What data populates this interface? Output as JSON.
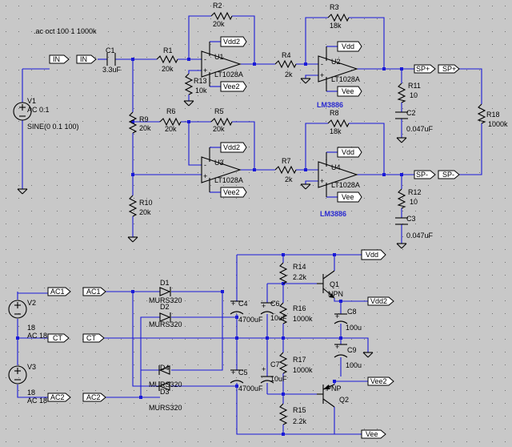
{
  "directive": ".ac oct 100 1 1000k",
  "flags": {
    "in1": "IN",
    "in2": "IN",
    "vdd2_u1": "Vdd2",
    "vee2_u1": "Vee2",
    "vdd2_u3": "Vdd2",
    "vee2_u3": "Vee2",
    "vdd_u2": "Vdd",
    "vee_u2": "Vee",
    "vdd_u4": "Vdd",
    "vee_u4": "Vee",
    "spp1": "SP+",
    "spp2": "SP+",
    "spm1": "SP-",
    "spm2": "SP-",
    "ac1_a": "AC1",
    "ac1_b": "AC1",
    "ct_a": "CT",
    "ct_b": "CT",
    "ac2_a": "AC2",
    "ac2_b": "AC2",
    "vdd_out": "Vdd",
    "vdd2_out": "Vdd2",
    "vee2_out": "Vee2",
    "vee_out": "Vee"
  },
  "components": {
    "V1": {
      "name": "V1",
      "value": "AC 0.1",
      "extra": "SINE(0 0.1 100)"
    },
    "V2": {
      "name": "V2",
      "value": "18",
      "extra": "AC 18"
    },
    "V3": {
      "name": "V3",
      "value": "18",
      "extra": "AC 18"
    },
    "C1": {
      "name": "C1",
      "value": "3.3uF"
    },
    "R1": {
      "name": "R1",
      "value": "20k"
    },
    "R2": {
      "name": "R2",
      "value": "20k"
    },
    "R3": {
      "name": "R3",
      "value": "18k"
    },
    "R4": {
      "name": "R4",
      "value": "2k"
    },
    "R5": {
      "name": "R5",
      "value": "20k"
    },
    "R6": {
      "name": "R6",
      "value": "20k"
    },
    "R7": {
      "name": "R7",
      "value": "2k"
    },
    "R8": {
      "name": "R8",
      "value": "18k"
    },
    "R9": {
      "name": "R9",
      "value": "20k"
    },
    "R10": {
      "name": "R10",
      "value": "20k"
    },
    "R11": {
      "name": "R11",
      "value": "10"
    },
    "R12": {
      "name": "R12",
      "value": "10"
    },
    "R13": {
      "name": "R13",
      "value": "10k"
    },
    "R14": {
      "name": "R14",
      "value": "2.2k"
    },
    "R15": {
      "name": "R15",
      "value": "2.2k"
    },
    "R16": {
      "name": "R16",
      "value": "1000k"
    },
    "R17": {
      "name": "R17",
      "value": "1000k"
    },
    "R18": {
      "name": "R18",
      "value": "1000k"
    },
    "C2": {
      "name": "C2",
      "value": "0.047uF"
    },
    "C3": {
      "name": "C3",
      "value": "0.047uF"
    },
    "C4": {
      "name": "C4",
      "value": "4700uF"
    },
    "C5": {
      "name": "C5",
      "value": "4700uF"
    },
    "C6": {
      "name": "C6",
      "value": "10uF"
    },
    "C7": {
      "name": "C7",
      "value": "10uF"
    },
    "C8": {
      "name": "C8",
      "value": "100u"
    },
    "C9": {
      "name": "C9",
      "value": "100u"
    },
    "U1": {
      "name": "U1",
      "value": "LT1028A"
    },
    "U2": {
      "name": "U2",
      "value": "LT1028A",
      "alt": "LM3886"
    },
    "U3": {
      "name": "U3",
      "value": "LT1028A"
    },
    "U4": {
      "name": "U4",
      "value": "LT1028A",
      "alt": "LM3886"
    },
    "D1": {
      "name": "D1",
      "value": "MURS320"
    },
    "D2": {
      "name": "D2",
      "value": "MURS320"
    },
    "D3": {
      "name": "D3",
      "value": "MURS320"
    },
    "D4": {
      "name": "D4",
      "value": "MURS320"
    },
    "Q1": {
      "name": "Q1",
      "value": "NPN"
    },
    "Q2": {
      "name": "Q2",
      "value": "PNP"
    }
  },
  "colors": {
    "background": "#c8c8c8",
    "wire": "#1a1ad8",
    "symbol": "#000000",
    "alt_label": "#2a2ad0"
  }
}
